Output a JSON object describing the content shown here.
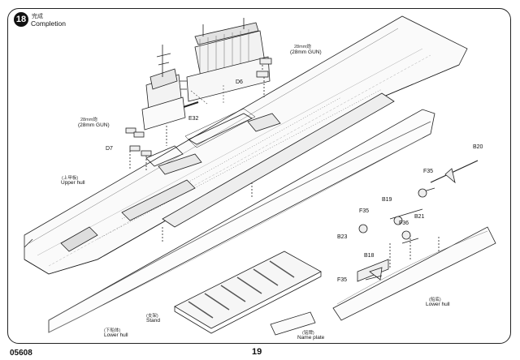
{
  "step": {
    "number": "18",
    "title_cn": "完成",
    "title": "Completion"
  },
  "labels": {
    "gun_cn_right": "28mm炮",
    "gun_right": "(28mm GUN)",
    "gun_cn_left": "28mm炮",
    "gun_left": "(28mm GUN)",
    "upper_hull_cn": "(上甲板)",
    "upper_hull": "Upper hull",
    "lower_hull_cn": "(下船体)",
    "lower_hull": "Lower hull",
    "stand_cn": "(支架)",
    "stand": "Stand",
    "name_plate_cn": "(铭牌)",
    "name_plate": "Name plate",
    "lower_hull_right_cn": "(船底)",
    "lower_hull_right": "Lower hull"
  },
  "parts": {
    "d6": "D6",
    "d7": "D7",
    "e32": "E32",
    "b20": "B20",
    "f35a": "F35",
    "b19": "B19",
    "b21": "B21",
    "f35b": "F35",
    "f36": "F36",
    "b23": "B23",
    "b18": "B18",
    "f35c": "F35"
  },
  "footer": {
    "code": "05608",
    "page": "19"
  }
}
